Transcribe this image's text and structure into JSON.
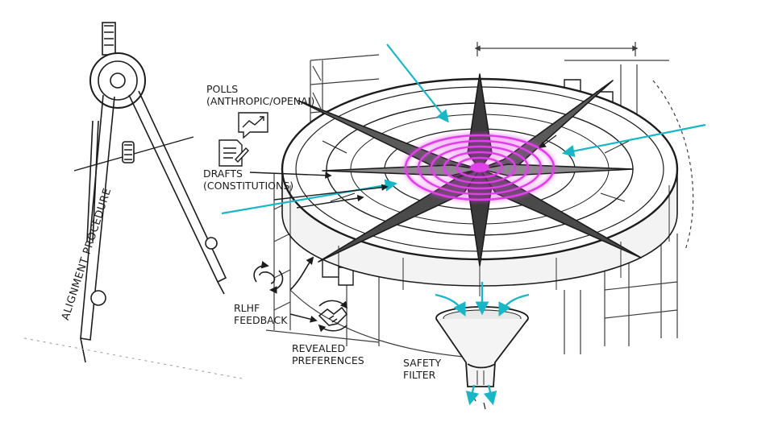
{
  "labels": {
    "polls": [
      "POLLS",
      "(ANTHROPIC/OPENAI)"
    ],
    "drafts": [
      "DRAFTS",
      "(CONSTITUTIONS)"
    ],
    "rlhf": [
      "RLHF",
      "FEEDBACK"
    ],
    "revealed": [
      "REVEALED",
      "PREFERENCES"
    ],
    "safety": [
      "SAFETY",
      "FILTER"
    ],
    "procedure": "ALIGNMENT PROCEDURE"
  },
  "colors": {
    "ink": "#1c1c1c",
    "target": "#e040e8",
    "arrow": "#19b7c6"
  }
}
